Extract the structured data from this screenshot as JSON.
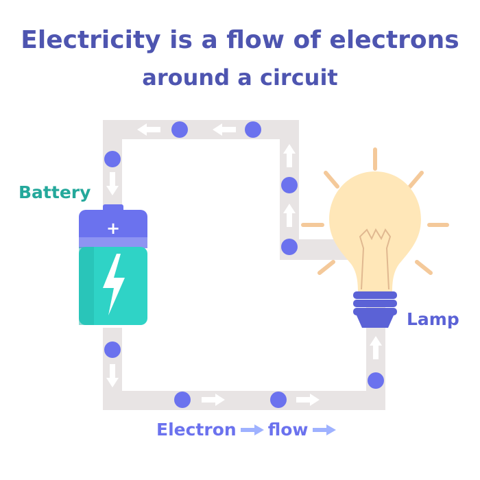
{
  "title": {
    "emphasis": "Electricity",
    "line1_rest": " is a flow of electrons",
    "line2": "around a circuit"
  },
  "labels": {
    "battery": "Battery",
    "battery_plus": "+",
    "lamp": "Lamp"
  },
  "legend": {
    "word1": "Electron",
    "word2": "flow"
  },
  "colors": {
    "title": "#4e55b0",
    "battery_label": "#24a89b",
    "lamp_label": "#5b62d6",
    "legend": "#6b72ee",
    "wire": "#e8e4e4",
    "electron": "#6b72ee",
    "flow_arrow": "#ffffff",
    "legend_arrow": "#9fb2ff",
    "battery_body": "#2fd3c6",
    "battery_body_dark": "#24b8ac",
    "battery_cap": "#6b72ee",
    "battery_band": "#8e94f2",
    "bolt": "#ffffff",
    "bulb_glass": "#ffe7b8",
    "bulb_glow": "#f4c99a",
    "bulb_base": "#5b62d6",
    "filament": "#e0b890",
    "rays": "#f4c99a"
  },
  "icons": [
    "battery-icon",
    "lightning-bolt-icon",
    "light-bulb-icon",
    "electron-dot-icon",
    "flow-arrow-icon"
  ]
}
